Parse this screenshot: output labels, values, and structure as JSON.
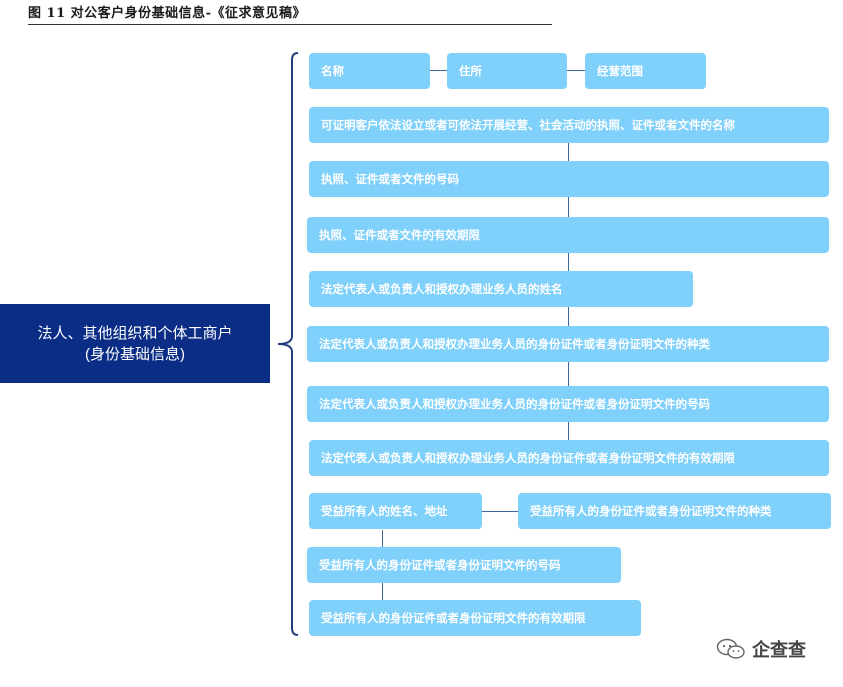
{
  "figure": {
    "title": "图 11 对公客户身份基础信息-《征求意见稿》"
  },
  "root_node": {
    "line1": "法人、其他组织和个体工商户",
    "line2": "(身份基础信息)"
  },
  "nodes": [
    {
      "label": "名称"
    },
    {
      "label": "住所"
    },
    {
      "label": "经营范围"
    },
    {
      "label": "可证明客户依法设立或者可依法开展经营、社会活动的执照、证件或者文件的名称"
    },
    {
      "label": "执照、证件或者文件的号码"
    },
    {
      "label": "执照、证件或者文件的有效期限"
    },
    {
      "label": "法定代表人或负责人和授权办理业务人员的姓名"
    },
    {
      "label": "法定代表人或负责人和授权办理业务人员的身份证件或者身份证明文件的种类"
    },
    {
      "label": "法定代表人或负责人和授权办理业务人员的身份证件或者身份证明文件的号码"
    },
    {
      "label": "法定代表人或负责人和授权办理业务人员的身份证件或者身份证明文件的有效期限"
    },
    {
      "label": "受益所有人的姓名、地址"
    },
    {
      "label": "受益所有人的身份证件或者身份证明文件的种类"
    },
    {
      "label": "受益所有人的身份证件或者身份证明文件的号码"
    },
    {
      "label": "受益所有人的身份证件或者身份证明文件的有效期限"
    }
  ],
  "colors": {
    "root_fill": "#0b2d86",
    "node_fill": "#7fd0fa",
    "connector": "#3b6a9a",
    "bracket": "#1f3f7a"
  },
  "watermark": {
    "text": "企查查",
    "icon": "wechat-icon"
  }
}
